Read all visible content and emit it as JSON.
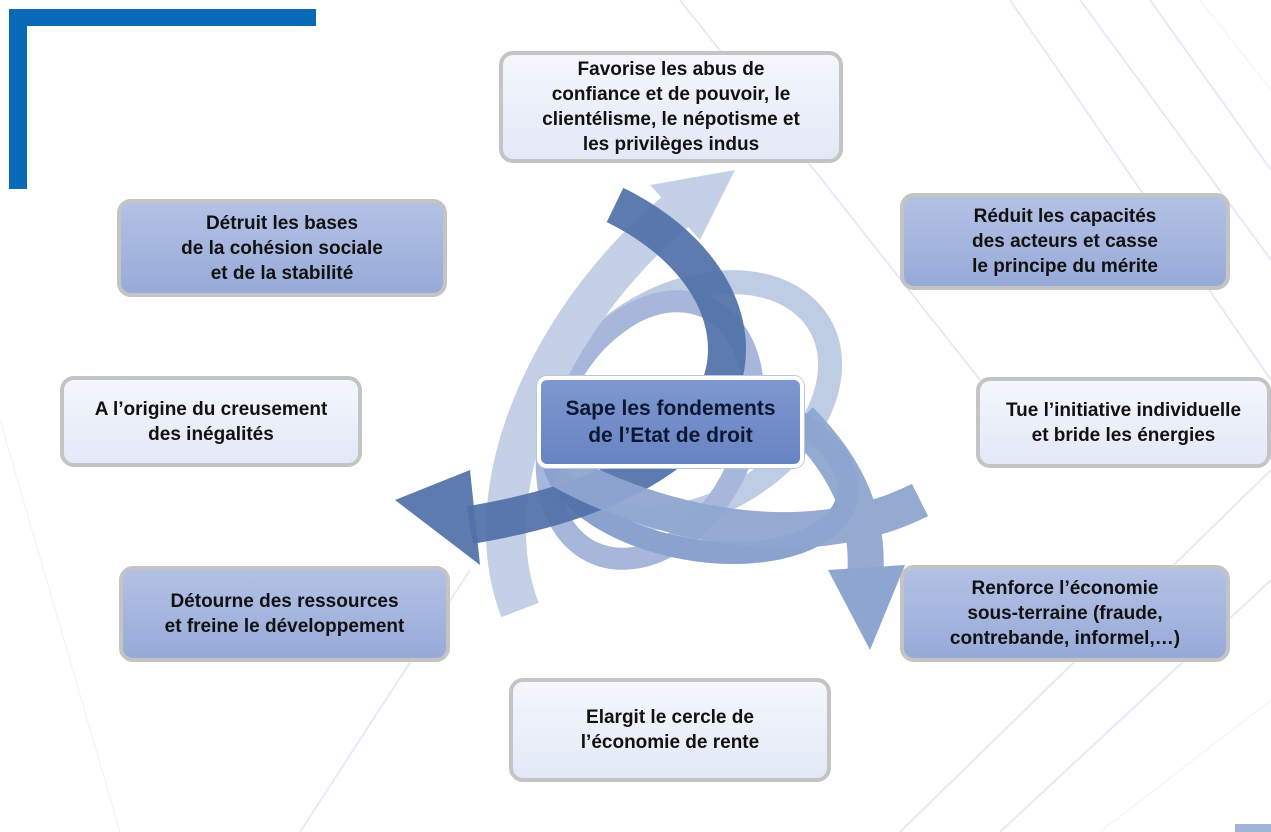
{
  "center": {
    "label": "Sape les fondements\nde l’Etat de droit"
  },
  "boxes": {
    "abus": "Favorise les abus de\nconfiance et de pouvoir, le\nclientélisme, le népotisme et\nles privilèges indus",
    "capacites": "Réduit les capacités\ndes acteurs et casse\nle principe du mérite",
    "initiative": "Tue l’initiative individuelle\net bride les énergies",
    "economie_souterraine": "Renforce l’économie\nsous-terraine (fraude,\ncontrebande, informel,…)",
    "rente": "Elargit le cercle de\nl’économie de rente",
    "ressources": "Détourne des ressources\net freine le développement",
    "inegalites": "A l’origine du creusement\ndes inégalités",
    "cohesion": "Détruit les bases\nde la cohésion sociale\net de la stabilité"
  },
  "colors": {
    "accent_blue": "#0a6ab8",
    "arrow_dark": "#4f70a8",
    "arrow_mid": "#8ea5cf",
    "arrow_light": "#c3d0e6",
    "box_dark": "#a3b3de",
    "box_light": "#e8edf8",
    "box_border": "#c4c4c4"
  }
}
